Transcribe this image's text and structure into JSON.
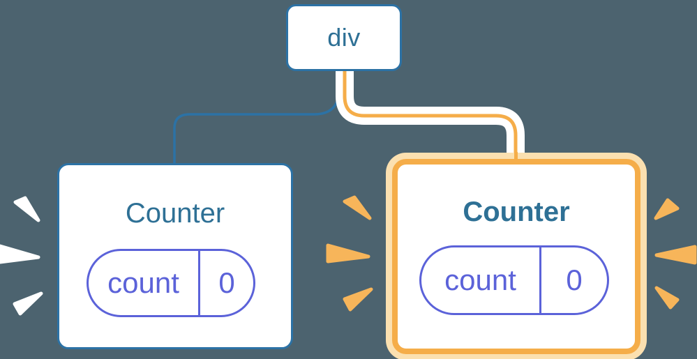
{
  "colors": {
    "background": "#4C636F",
    "node_border_blue": "#2C72A5",
    "title_text_blue": "#2E7095",
    "state_purple": "#5B62D9",
    "highlight_orange": "#F5AD49",
    "highlight_cream": "#FBE0B0",
    "spark_orange": "#F7B55A",
    "spark_white": "#FFFFFF"
  },
  "tree": {
    "root": {
      "label": "div"
    },
    "children": [
      {
        "label": "Counter",
        "state_key": "count",
        "state_value": "0",
        "highlighted": false
      },
      {
        "label": "Counter",
        "state_key": "count",
        "state_value": "0",
        "highlighted": true
      }
    ]
  }
}
